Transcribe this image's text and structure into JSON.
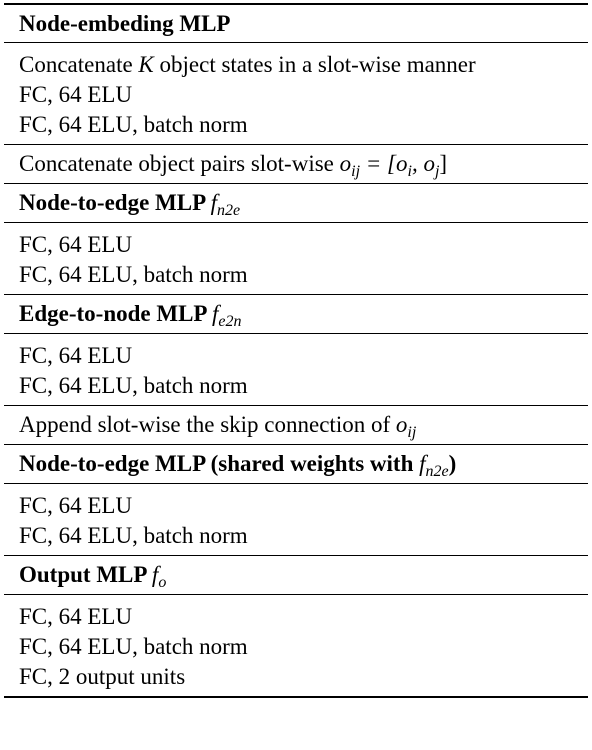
{
  "sections": [
    {
      "type": "header",
      "title": "Node-embeding MLP"
    },
    {
      "type": "body",
      "lines": [
        {
          "pre": "Concatenate ",
          "math": "K",
          "post": " object states in a slot-wise manner"
        },
        {
          "pre": "FC, 64 ELU"
        },
        {
          "pre": "FC, 64 ELU, batch norm"
        }
      ]
    },
    {
      "type": "body",
      "lines": [
        {
          "pre": "Concatenate object pairs slot-wise ",
          "math": "o",
          "sub": "ij",
          "post": " = [o",
          "post_sub1": "i",
          "post2": ", o",
          "post_sub2": "j",
          "post3": "]"
        }
      ]
    },
    {
      "type": "header",
      "title": "Node-to-edge MLP ",
      "math": "f",
      "sub": "n2e"
    },
    {
      "type": "body",
      "lines": [
        {
          "pre": "FC, 64 ELU"
        },
        {
          "pre": "FC, 64 ELU, batch norm"
        }
      ]
    },
    {
      "type": "header",
      "title": "Edge-to-node MLP ",
      "math": "f",
      "sub": "e2n"
    },
    {
      "type": "body",
      "lines": [
        {
          "pre": "FC, 64 ELU"
        },
        {
          "pre": "FC, 64 ELU, batch norm"
        }
      ]
    },
    {
      "type": "body",
      "lines": [
        {
          "pre": "Append slot-wise the skip connection of ",
          "math": "o",
          "sub": "ij"
        }
      ]
    },
    {
      "type": "header",
      "title": "Node-to-edge MLP (shared weights with ",
      "math": "f",
      "sub": "n2e",
      "post": ")"
    },
    {
      "type": "body",
      "lines": [
        {
          "pre": "FC, 64 ELU"
        },
        {
          "pre": "FC, 64 ELU, batch norm"
        }
      ]
    },
    {
      "type": "header",
      "title": "Output MLP ",
      "math": "f",
      "sub": "o"
    },
    {
      "type": "body",
      "lines": [
        {
          "pre": "FC, 64 ELU"
        },
        {
          "pre": "FC, 64 ELU, batch norm"
        },
        {
          "pre": "FC, 2 output units"
        }
      ]
    }
  ]
}
